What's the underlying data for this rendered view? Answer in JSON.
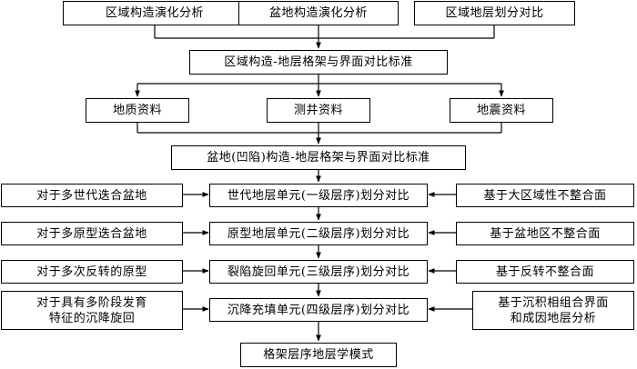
{
  "diagram": {
    "top_row": [
      "区域构造演化分析",
      "盆地构造演化分析",
      "区域地层划分对比"
    ],
    "regional_standard": "区域构造-地层格架与界面对比标准",
    "data_sources": [
      "地质资料",
      "测井资料",
      "地震资料"
    ],
    "basin_standard": "盆地(凹陷)构造-地层格架与界面对比标准",
    "sequence_levels": [
      "世代地层单元(一级层序)划分对比",
      "原型地层单元(二级层序)划分对比",
      "裂陷旋回单元(三级层序)划分对比",
      "沉降充填单元(四级层序)划分对比"
    ],
    "left_conditions": [
      "对于多世代迭合盆地",
      "对于多原型迭合盆地",
      "对于多次反转的原型",
      "对于具有多阶段发育\n特征的沉降旋回"
    ],
    "right_bases": [
      "基于大区域性不整合面",
      "基于盆地区不整合面",
      "基于反转不整合面",
      "基于沉积相组合界面\n和成因地层分析"
    ],
    "final_output": "格架层序地层学模式"
  }
}
